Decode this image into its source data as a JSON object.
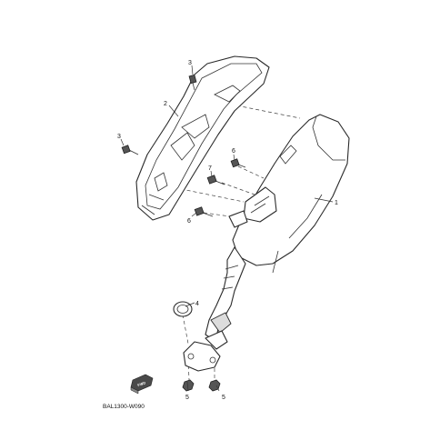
{
  "diagram": {
    "callouts": [
      {
        "id": "c1",
        "label": "1"
      },
      {
        "id": "c2",
        "label": "2"
      },
      {
        "id": "c3a",
        "label": "3"
      },
      {
        "id": "c3b",
        "label": "3"
      },
      {
        "id": "c4",
        "label": "4"
      },
      {
        "id": "c5a",
        "label": "5"
      },
      {
        "id": "c5b",
        "label": "5"
      },
      {
        "id": "c6a",
        "label": "6"
      },
      {
        "id": "c6b",
        "label": "6"
      },
      {
        "id": "c7",
        "label": "7"
      }
    ],
    "fwd_label": "FWD",
    "diagram_code": "BAL1300-W090"
  }
}
